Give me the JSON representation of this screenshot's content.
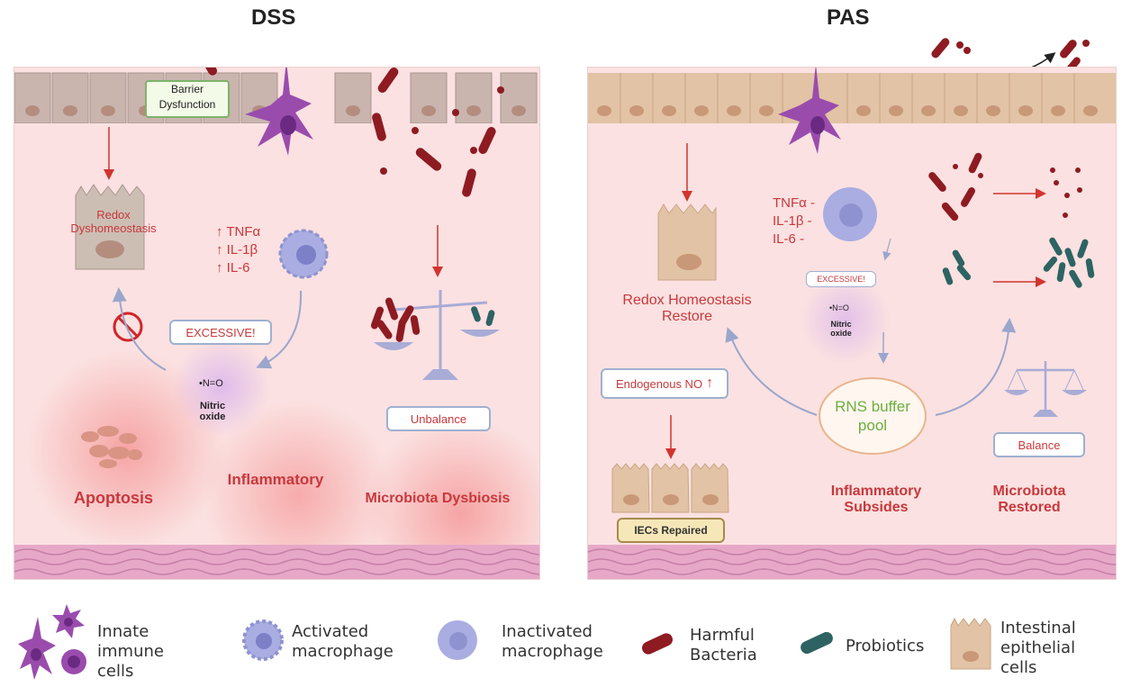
{
  "colors": {
    "panel_bg": "#fbe1e1",
    "epithelial": "#e2c3a5",
    "bacteria": "#8e1b22",
    "probiotic": "#2e6363",
    "immune": "#9a4cad",
    "macrophage": "#9a9fd8",
    "label_red": "#c8383c",
    "arrow_blue": "#9aa6cc"
  },
  "dss": {
    "title": "DSS",
    "barrier": "Barrier\nDysfunction",
    "redox": "Redox\nDyshomeostasis",
    "cytokines": [
      "↑ TNFα",
      "↑ IL-1β",
      "↑ IL-6"
    ],
    "excessive": "EXCESSIVE!",
    "no_symbol": "•N=O",
    "no_label": "Nitric\noxide",
    "unbalance": "Unbalance",
    "apoptosis": "Apoptosis",
    "inflammatory": "Inflammatory",
    "dysbiosis": "Microbiota Dysbiosis"
  },
  "pas": {
    "title": "PAS",
    "redox": "Redox Homeostasis\nRestore",
    "cytokines": [
      "TNFα -",
      "IL-1β -",
      "IL-6 -"
    ],
    "excessive": "EXCESSIVE!",
    "no_symbol": "•N=O",
    "no_label": "Nitric\noxide",
    "endogenous": "Endogenous NO",
    "endogenous_arrow": "↑",
    "buffer": "RNS buffer\npool",
    "iecs": "IECs Repaired",
    "balance": "Balance",
    "inflammatory": "Inflammatory\nSubsides",
    "restored": "Microbiota\nRestored"
  },
  "legend": [
    {
      "icon": "innate-immune-cells-icon",
      "label": "Innate\nimmune\ncells"
    },
    {
      "icon": "activated-macrophage-icon",
      "label": "Activated\nmacrophage"
    },
    {
      "icon": "inactivated-macrophage-icon",
      "label": "Inactivated\nmacrophage"
    },
    {
      "icon": "harmful-bacteria-icon",
      "label": "Harmful\nBacteria"
    },
    {
      "icon": "probiotics-icon",
      "label": "Probiotics"
    },
    {
      "icon": "intestinal-epithelial-cells-icon",
      "label": "Intestinal\nepithelial\ncells"
    }
  ]
}
